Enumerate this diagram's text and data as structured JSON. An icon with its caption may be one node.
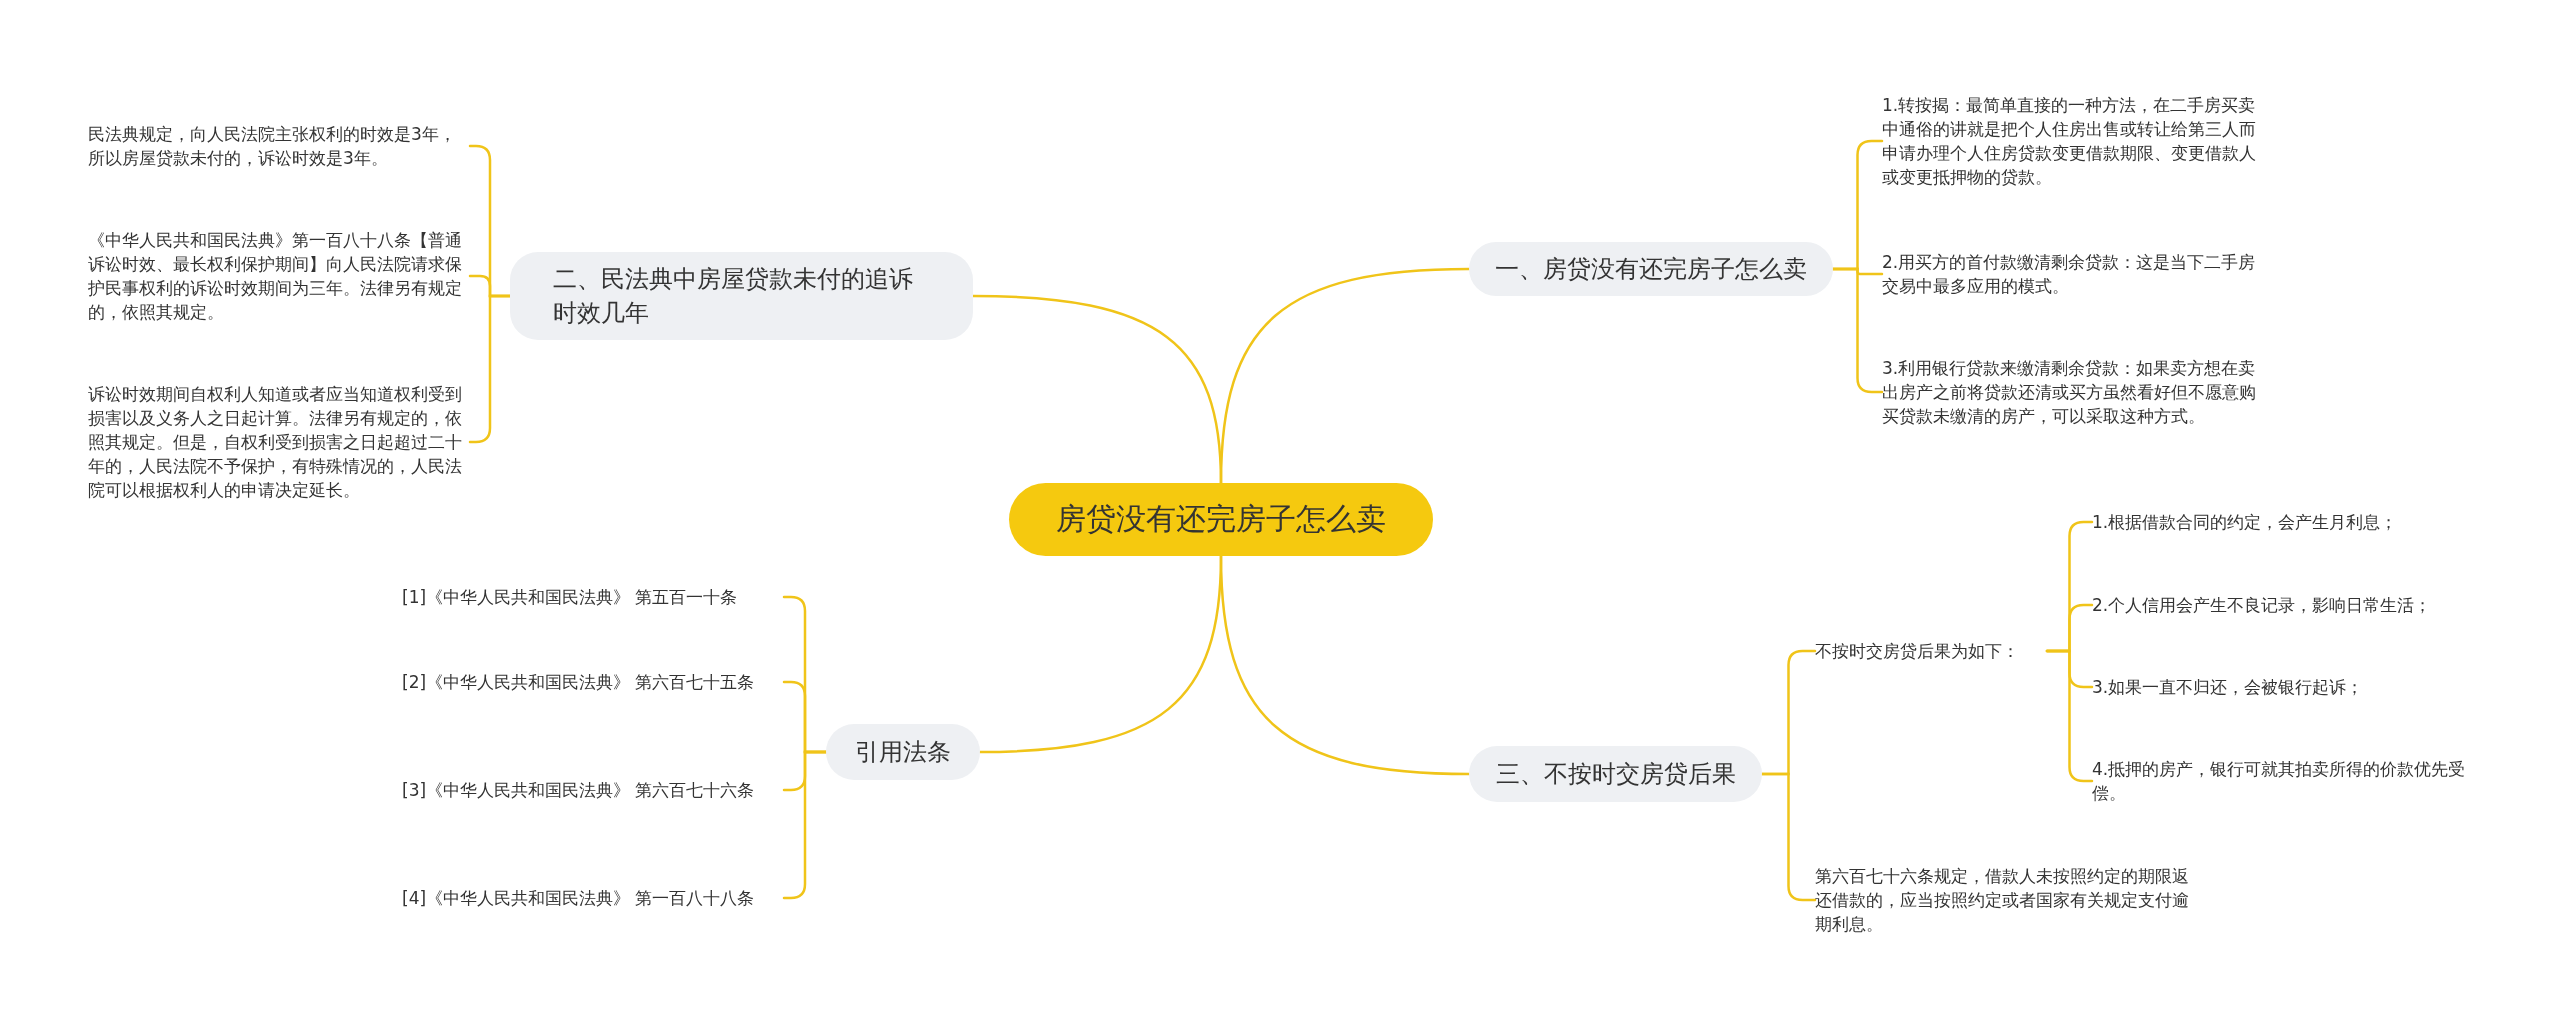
{
  "diagram": {
    "nodes": [
      {
        "text": [
          "房贷没有还完房子怎么卖"
        ]
      },
      {
        "text": [
          "一、房贷没有还完房子怎么卖"
        ]
      },
      {
        "text": [
          "1.转按揭：最简单直接的一种方法，在二手房买卖中通俗的讲就是把个人住房出售或转让给第三人而申请办理个人住房贷款变更借款期限、变更借款人或变更抵押物的贷款。"
        ]
      },
      {
        "text": [
          "2.用买方的首付款缴清剩余贷款：这是当下二手房交易中最多应用的模式。"
        ]
      },
      {
        "text": [
          "3.利用银行贷款来缴清剩余贷款：如果卖方想在卖出房产之前将贷款还清或买方虽然看好但不愿意购买贷款未缴清的房产，可以采取这种方式。"
        ]
      },
      {
        "text": [
          "二、民法典中房屋贷款未付的追诉时效几年"
        ]
      },
      {
        "text": [
          "民法典规定，向人民法院主张权利的时效是3年，所以房屋贷款未付的，诉讼时效是3年。"
        ]
      },
      {
        "text": [
          "《中华人民共和国民法典》第一百八十八条【普通诉讼时效、最长权利保护期间】向人民法院请求保护民事权利的诉讼时效期间为三年。法律另有规定的，依照其规定。"
        ]
      },
      {
        "text": [
          "诉讼时效期间自权利人知道或者应当知道权利受到损害以及义务人之日起计算。法律另有规定的，依照其规定。但是，自权利受到损害之日起超过二十年的，人民法院不予保护，有特殊情况的，人民法院可以根据权利人的申请决定延长。"
        ]
      },
      {
        "text": [
          "三、不按时交房贷后果"
        ]
      },
      {
        "text": [
          "不按时交房贷后果为如下："
        ]
      },
      {
        "text": [
          "1.根据借款合同的约定，会产生月利息；"
        ]
      },
      {
        "text": [
          "2.个人信用会产生不良记录，影响日常生活；"
        ]
      },
      {
        "text": [
          "3.如果一直不归还，会被银行起诉；"
        ]
      },
      {
        "text": [
          "4.抵押的房产，银行可就其拍卖所得的价款优先受偿。"
        ]
      },
      {
        "text": [
          "第六百七十六条规定，借款人未按照约定的期限返还借款的，应当按照约定或者国家有关规定支付逾期利息。"
        ]
      },
      {
        "text": [
          "引用法条"
        ]
      },
      {
        "text": [
          "[1]《中华人民共和国民法典》 第五百一十条"
        ]
      },
      {
        "text": [
          "[2]《中华人民共和国民法典》 第六百七十五条"
        ]
      },
      {
        "text": [
          "[3]《中华人民共和国民法典》 第六百七十六条"
        ]
      },
      {
        "text": [
          "[4]《中华人民共和国民法典》 第一百八十八条"
        ]
      }
    ],
    "edges": [
      {
        "from": 0,
        "to": 1,
        "arrow": "none"
      },
      {
        "from": 0,
        "to": 5,
        "arrow": "none"
      },
      {
        "from": 0,
        "to": 9,
        "arrow": "none"
      },
      {
        "from": 0,
        "to": 16,
        "arrow": "none"
      },
      {
        "from": 1,
        "to": 2,
        "arrow": "none"
      },
      {
        "from": 1,
        "to": 3,
        "arrow": "none"
      },
      {
        "from": 1,
        "to": 4,
        "arrow": "none"
      },
      {
        "from": 5,
        "to": 6,
        "arrow": "none"
      },
      {
        "from": 5,
        "to": 7,
        "arrow": "none"
      },
      {
        "from": 5,
        "to": 8,
        "arrow": "none"
      },
      {
        "from": 9,
        "to": 10,
        "arrow": "none"
      },
      {
        "from": 9,
        "to": 15,
        "arrow": "none"
      },
      {
        "from": 10,
        "to": 11,
        "arrow": "none"
      },
      {
        "from": 10,
        "to": 12,
        "arrow": "none"
      },
      {
        "from": 10,
        "to": 13,
        "arrow": "none"
      },
      {
        "from": 10,
        "to": 14,
        "arrow": "none"
      },
      {
        "from": 16,
        "to": 17,
        "arrow": "none"
      },
      {
        "from": 16,
        "to": 18,
        "arrow": "none"
      },
      {
        "from": 16,
        "to": 19,
        "arrow": "none"
      },
      {
        "from": 16,
        "to": 20,
        "arrow": "none"
      }
    ]
  }
}
